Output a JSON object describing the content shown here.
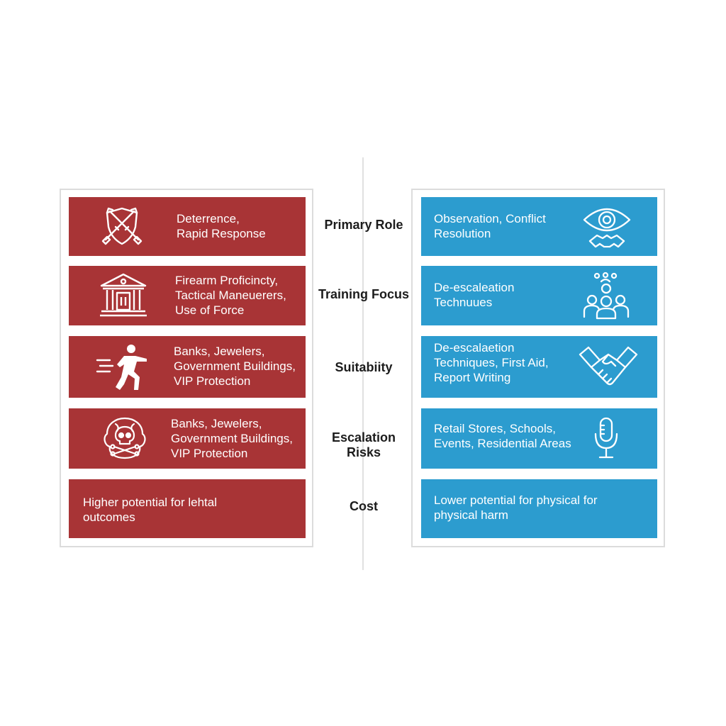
{
  "labels": {
    "primary_role": "Primary Role",
    "training_focus": "Training Focus",
    "suitability": "Suitabiity",
    "escalation_risks": "Escalation Risks",
    "cost": "Cost"
  },
  "left_cards": [
    {
      "text": "Deterrence,\nRapid Response",
      "icon": "crossed-rifles-shield-icon"
    },
    {
      "text": "Firearm Proficincty,\nTactical Maneuerers,\nUse of Force",
      "icon": "bank-building-icon"
    },
    {
      "text": "Banks, Jewelers,\nGovernment Buildings,\nVIP Protection",
      "icon": "running-gunman-icon"
    },
    {
      "text": "Banks, Jewelers,\nGovernment Buildings,\nVIP Protection",
      "icon": "skull-crossbones-icon"
    },
    {
      "text": "Higher potential for lehtal\noutcomes",
      "icon": ""
    }
  ],
  "right_cards": [
    {
      "text": "Observation, Conflict\nResolution",
      "icon": "eye-handshake-icon"
    },
    {
      "text": "De-escaleation\nTechnuues",
      "icon": "group-of-people-icon"
    },
    {
      "text": "De-escalaetion\nTechniques, First Aid,\nReport Writing",
      "icon": "handshake-icon"
    },
    {
      "text": "Retail Stores, Schools,\nEvents, Residential Areas",
      "icon": "microphone-icon"
    },
    {
      "text": "Lower potential for physical for\nphysical harm",
      "icon": ""
    }
  ],
  "colors": {
    "red": "#a83436",
    "blue": "#2c9ccf",
    "divider": "#e1e1e1",
    "label_text": "#1c1c1c"
  }
}
